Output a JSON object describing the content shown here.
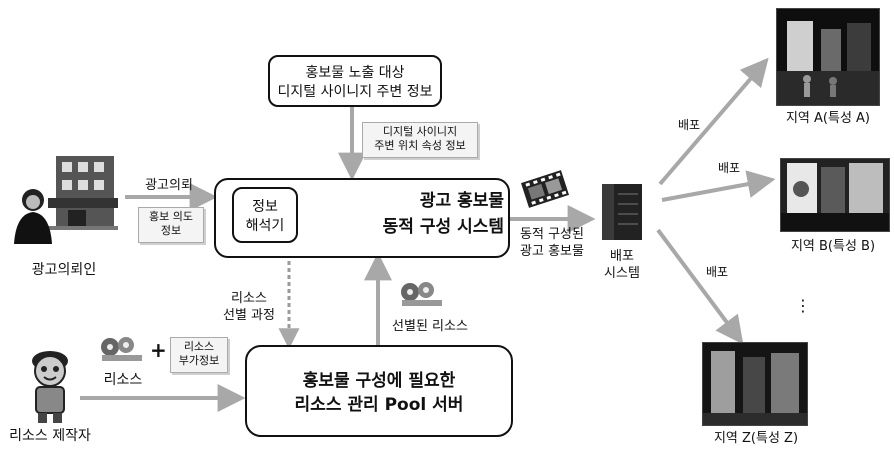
{
  "top_box": "홍보물 노출 대상\n디지털 사이니지 주변 정보",
  "location_note": "디지털 사이니지\n주변 위치 속성 정보",
  "main_box": {
    "title": "광고 홍보물\n동적 구성 시스템",
    "analyzer": "정보\n해석기"
  },
  "advertiser": {
    "label": "광고의뢰인",
    "arrow_label": "광고의뢰",
    "note": "홍보 의도\n정보"
  },
  "resource_selection_label": "리소스\n선별 과정",
  "selected_resource_label": "선별된 리소스",
  "pool_box": "홍보물 구성에 필요한\n리소스 관리 Pool 서버",
  "creator": {
    "label": "리소스 제작자",
    "resource_label": "리소스",
    "plus": "+",
    "note": "리소스\n부가정보"
  },
  "output_label": "동적 구성된\n광고 홍보물",
  "distribution": {
    "system_label": "배포\n시스템",
    "edge_label": "배포"
  },
  "regions": [
    {
      "label": "지역 A(특성 A)"
    },
    {
      "label": "지역 B(특성 B)"
    },
    {
      "label": "지역 Z(특성 Z)"
    }
  ],
  "ellipsis": "⋮",
  "colors": {
    "arrow": "#a8a8a8",
    "border": "#111111",
    "dashed_arrow": "#9a9a9a"
  },
  "icons": [
    "building-icon",
    "woman-icon",
    "mascot-icon",
    "film-reel-icon",
    "film-strip-icon",
    "server-rack-icon"
  ]
}
